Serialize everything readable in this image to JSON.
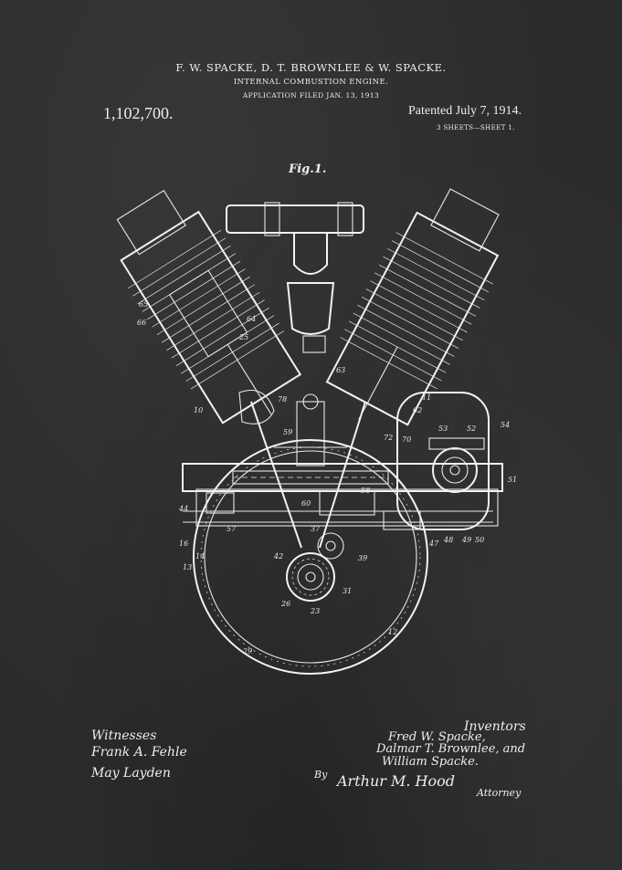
{
  "header": {
    "inventors_line": "F. W. SPACKE, D. T. BROWNLEE & W. SPACKE.",
    "title": "INTERNAL COMBUSTION ENGINE.",
    "filed": "APPLICATION FILED JAN. 13, 1913"
  },
  "patent": {
    "number": "1,102,700.",
    "date": "Patented July 7, 1914.",
    "sheets": "3 SHEETS—SHEET 1."
  },
  "figure": {
    "label": "Fig.1.",
    "reference_numerals": [
      "65",
      "66",
      "64",
      "25",
      "63",
      "10",
      "78",
      "59",
      "62",
      "11",
      "53",
      "52",
      "54",
      "51",
      "44",
      "60",
      "16",
      "57",
      "58",
      "47",
      "48",
      "49",
      "50",
      "14",
      "13",
      "26",
      "42",
      "39",
      "37",
      "23",
      "12",
      "29",
      "31",
      "70",
      "72"
    ]
  },
  "witnesses": {
    "heading": "Witnesses",
    "names": [
      "Frank A. Fehle",
      "May Layden"
    ]
  },
  "inventors": {
    "heading": "Inventors",
    "names": [
      "Fred W. Spacke,",
      "Dalmar T. Brownlee, and",
      "William Spacke."
    ]
  },
  "attorney": {
    "by": "By",
    "name": "Arthur M. Hood",
    "label": "Attorney"
  },
  "colors": {
    "background": "#2b2c2c",
    "chalk": "#eeeeee"
  }
}
